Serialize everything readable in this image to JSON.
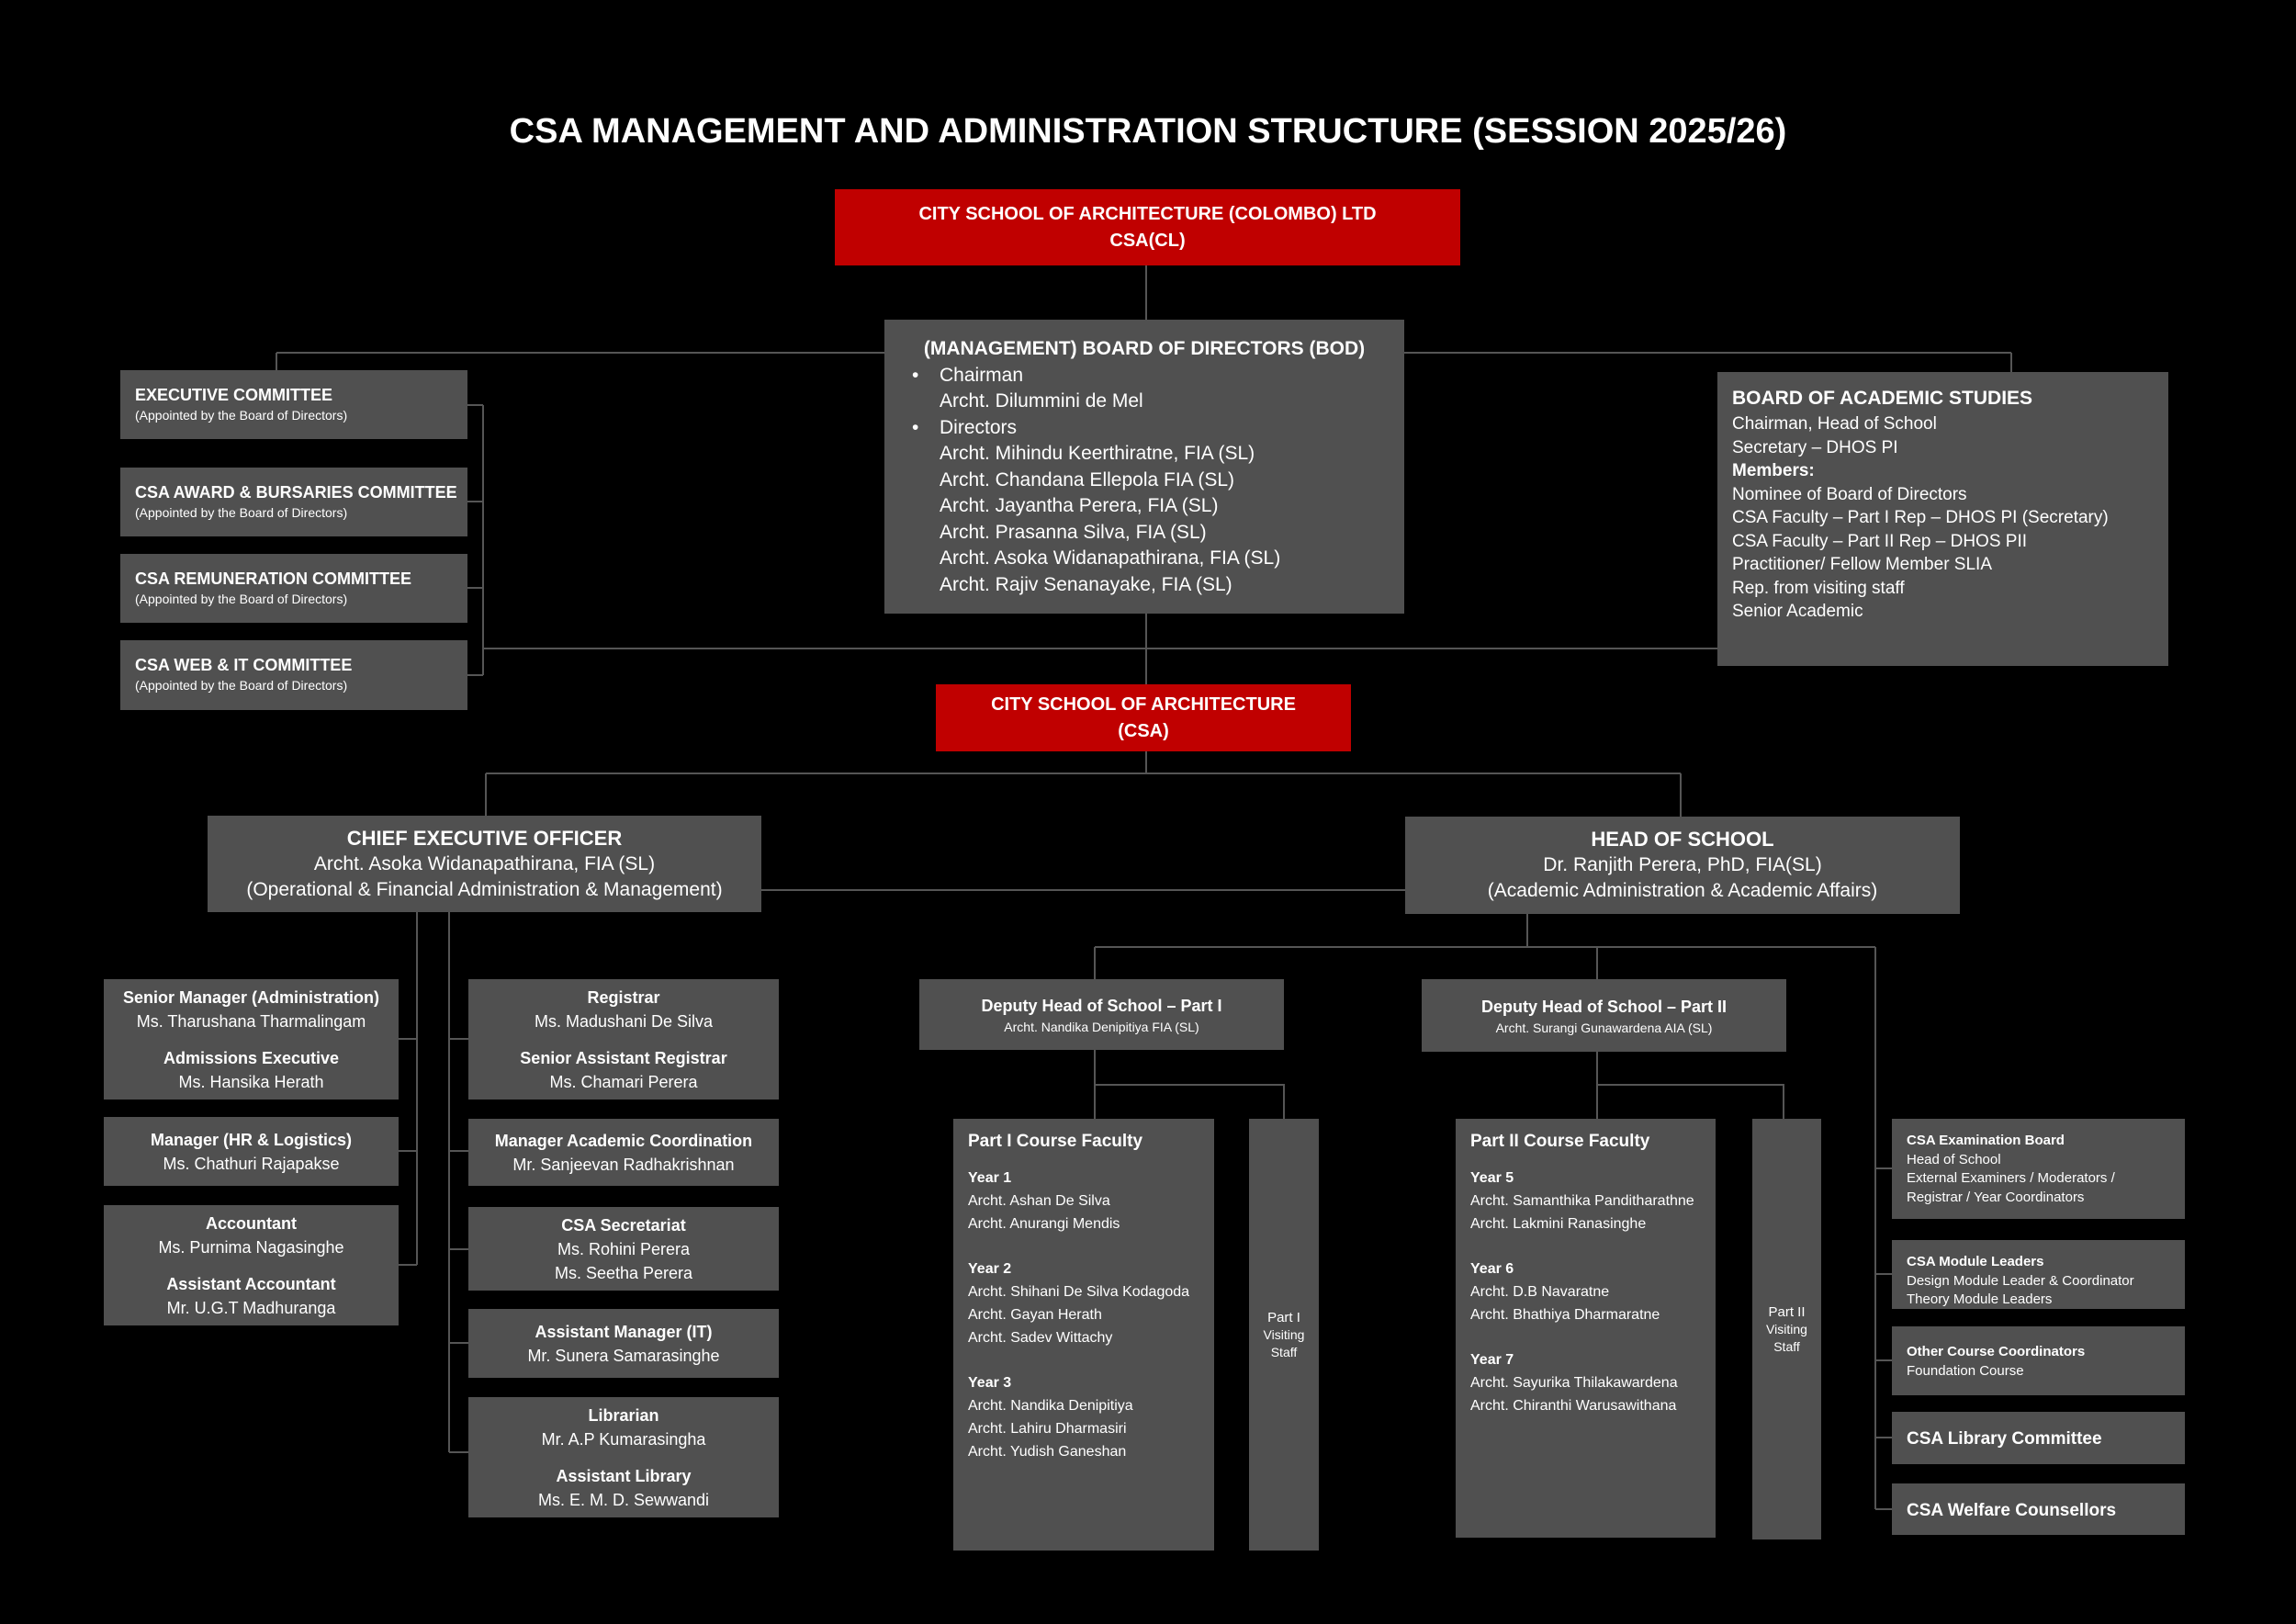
{
  "title": "CSA MANAGEMENT AND ADMINISTRATION STRUCTURE (SESSION 2025/26)",
  "colors": {
    "red": "#c00000",
    "box": "#505050",
    "line": "#555555",
    "bg": "#000000"
  },
  "company": {
    "line1": "CITY SCHOOL OF ARCHITECTURE (COLOMBO) LTD",
    "line2": "CSA(CL)"
  },
  "bod": {
    "title": "(MANAGEMENT) BOARD OF DIRECTORS (BOD)",
    "chairman_label": "Chairman",
    "chairman": "Archt. Dilummini de Mel",
    "directors_label": "Directors",
    "directors": [
      "Archt. Mihindu Keerthiratne, FIA (SL)",
      "Archt. Chandana Ellepola FIA (SL)",
      "Archt. Jayantha Perera, FIA (SL)",
      "Archt. Prasanna Silva, FIA (SL)",
      "Archt. Asoka Widanapathirana, FIA (SL)",
      "Archt. Rajiv Senanayake, FIA (SL)"
    ]
  },
  "committees": [
    {
      "title": "EXECUTIVE COMMITTEE",
      "sub": "(Appointed by the Board of Directors)"
    },
    {
      "title": "CSA AWARD & BURSARIES COMMITTEE",
      "sub": "(Appointed by the Board of Directors)"
    },
    {
      "title": "CSA REMUNERATION COMMITTEE",
      "sub": "(Appointed by the Board of Directors)"
    },
    {
      "title": "CSA WEB & IT COMMITTEE",
      "sub": "(Appointed by the Board of Directors)"
    }
  ],
  "academic_board": {
    "title": "BOARD OF ACADEMIC STUDIES",
    "lines": [
      "Chairman, Head of School",
      "Secretary – DHOS PI"
    ],
    "members_label": "Members:",
    "members": [
      "Nominee of Board of Directors",
      "CSA Faculty – Part I Rep – DHOS PI (Secretary)",
      "CSA Faculty – Part II Rep – DHOS PII",
      "Practitioner/ Fellow Member SLIA",
      "Rep. from visiting staff",
      "Senior Academic"
    ]
  },
  "school": {
    "line1": "CITY SCHOOL OF ARCHITECTURE",
    "line2": "(CSA)"
  },
  "ceo": {
    "title": "CHIEF EXECUTIVE OFFICER",
    "name": "Archt. Asoka Widanapathirana, FIA (SL)",
    "role": "(Operational & Financial Administration & Management)"
  },
  "hos": {
    "title": "HEAD OF SCHOOL",
    "name": "Dr. Ranjith Perera, PhD, FIA(SL)",
    "role": "(Academic Administration & Academic Affairs)"
  },
  "admin_left": [
    {
      "r1": "Senior Manager (Administration)",
      "n1": "Ms. Tharushana Tharmalingam",
      "r2": "Admissions Executive",
      "n2": "Ms. Hansika Herath"
    },
    {
      "r1": "Manager (HR & Logistics)",
      "n1": "Ms. Chathuri Rajapakse"
    },
    {
      "r1": "Accountant",
      "n1": "Ms. Purnima Nagasinghe",
      "r2": "Assistant Accountant",
      "n2": "Mr. U.G.T Madhuranga"
    }
  ],
  "admin_mid": [
    {
      "r1": "Registrar",
      "n1": "Ms. Madushani De Silva",
      "r2": "Senior Assistant Registrar",
      "n2": "Ms. Chamari Perera"
    },
    {
      "r1": "Manager Academic Coordination",
      "n1": "Mr. Sanjeevan Radhakrishnan"
    },
    {
      "r1": "CSA Secretariat",
      "n1": "Ms. Rohini Perera",
      "n1b": "Ms. Seetha Perera"
    },
    {
      "r1": "Assistant Manager (IT)",
      "n1": "Mr. Sunera Samarasinghe"
    },
    {
      "r1": "Librarian",
      "n1": "Mr. A.P Kumarasingha",
      "r2": "Assistant Library",
      "n2": "Ms. E. M. D. Sewwandi"
    }
  ],
  "deputy1": {
    "title": "Deputy Head of School – Part I",
    "name": "Archt. Nandika Denipitiya FIA (SL)"
  },
  "deputy2": {
    "title": "Deputy Head of School – Part II",
    "name": "Archt. Surangi Gunawardena AIA (SL)"
  },
  "faculty1": {
    "title": "Part I Course Faculty",
    "years": [
      {
        "label": "Year 1",
        "names": [
          "Archt. Ashan De Silva",
          "Archt. Anurangi Mendis"
        ]
      },
      {
        "label": "Year 2",
        "names": [
          "Archt. Shihani De Silva Kodagoda",
          "Archt. Gayan Herath",
          "Archt. Sadev Wittachy"
        ]
      },
      {
        "label": "Year 3",
        "names": [
          "Archt. Nandika Denipitiya",
          "Archt. Lahiru Dharmasiri",
          "Archt. Yudish Ganeshan"
        ]
      }
    ]
  },
  "visiting1": {
    "l1": "Part I",
    "l2": "Visiting",
    "l3": "Staff"
  },
  "faculty2": {
    "title": "Part II Course Faculty",
    "years": [
      {
        "label": "Year 5",
        "names": [
          "Archt. Samanthika Panditharathne",
          "Archt. Lakmini Ranasinghe"
        ]
      },
      {
        "label": "Year 6",
        "names": [
          "Archt. D.B Navaratne",
          "Archt. Bhathiya Dharmaratne"
        ]
      },
      {
        "label": "Year 7",
        "names": [
          "Archt. Sayurika Thilakawardena",
          "Archt. Chiranthi Warusawithana"
        ]
      }
    ]
  },
  "visiting2": {
    "l1": "Part II",
    "l2": "Visiting",
    "l3": "Staff"
  },
  "right": [
    {
      "title": "CSA Examination Board",
      "lines": [
        "Head of School",
        "External Examiners / Moderators /",
        "Registrar / Year Coordinators"
      ]
    },
    {
      "title": "CSA Module Leaders",
      "lines": [
        "Design Module Leader & Coordinator",
        "Theory Module Leaders"
      ]
    },
    {
      "title": "Other Course Coordinators",
      "lines": [
        "Foundation Course"
      ]
    },
    {
      "title": "CSA Library Committee"
    },
    {
      "title": "CSA Welfare Counsellors"
    }
  ]
}
